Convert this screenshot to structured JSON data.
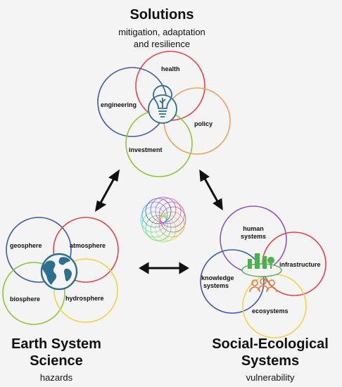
{
  "solutions": {
    "title": "Solutions",
    "subtitle_line1": "mitigation, adaptation",
    "subtitle_line2": "and resilience",
    "circles": {
      "health": "health",
      "engineering": "engineering",
      "policy": "policy",
      "investment": "investment"
    }
  },
  "earth": {
    "title_line1": "Earth System",
    "title_line2": "Science",
    "subtitle": "hazards",
    "circles": {
      "geosphere": "geosphere",
      "atmosphere": "atmosphere",
      "biosphere": "biosphere",
      "hydrosphere": "hydrosphere"
    }
  },
  "social": {
    "title_line1": "Social-Ecological",
    "title_line2": "Systems",
    "subtitle": "vulnerability",
    "circles": {
      "human_line1": "human",
      "human_line2": "systems",
      "infrastructure": "infrastructure",
      "knowledge_line1": "knowledge",
      "knowledge_line2": "systems",
      "ecosystems": "ecosystems"
    }
  },
  "colors": {
    "red": "#e0474c",
    "blue": "#3d5ba9",
    "orange": "#f0a060",
    "green": "#8cc63f",
    "purple": "#8a58b8",
    "yellow": "#f2d24a",
    "teal": "#2e6f8e",
    "icon_green": "#4caf50",
    "icon_orange": "#e07b39"
  }
}
